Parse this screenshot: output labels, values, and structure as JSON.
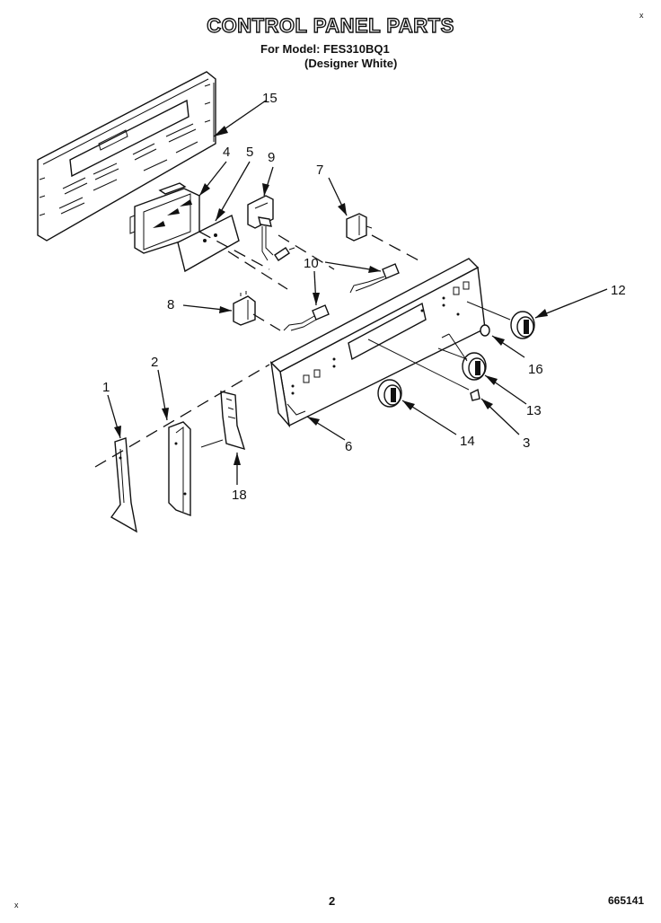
{
  "header": {
    "title": "CONTROL PANEL PARTS",
    "model_line": "For Model: FES310BQ1",
    "variant_line": "(Designer White)"
  },
  "footer": {
    "page_number": "2",
    "document_code": "665141"
  },
  "corner_marks": [
    "x",
    "x"
  ],
  "callouts": [
    "15",
    "4",
    "5",
    "9",
    "7",
    "10",
    "8",
    "12",
    "16",
    "13",
    "3",
    "14",
    "6",
    "2",
    "1",
    "18"
  ]
}
